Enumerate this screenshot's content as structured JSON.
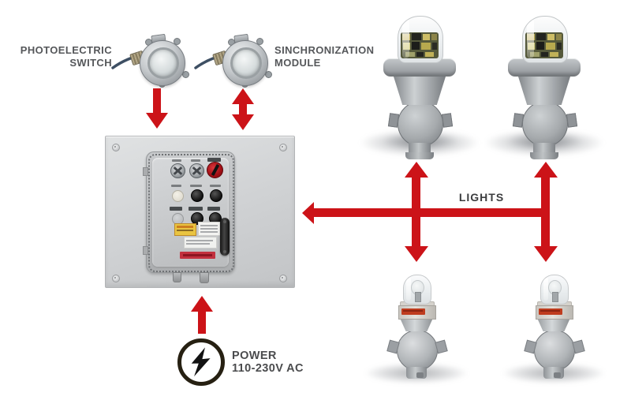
{
  "labels": {
    "photoelectric_switch": {
      "line1": "PHOTOELECTRIC",
      "line2": "SWITCH"
    },
    "synchronization_module": {
      "line1": "SINCHRONIZATION",
      "line2": "MODULE"
    },
    "lights": "LIGHTS",
    "power": {
      "line1": "POWER",
      "line2": "110-230V AC"
    }
  },
  "icons": {
    "power": "lightning-bolt-icon"
  },
  "colors": {
    "arrow_red": "#cc1318",
    "label_gray": "#55575a",
    "lights_text": "#3c3d3f",
    "power_text": "#4b4c4e",
    "panel_plate_gray": "#d2d4d6",
    "enclosure_gray": "#c0c2c4",
    "warning_label_yellow": "#e9c441",
    "danger_label_red": "#c2303e",
    "device_metal_gray": "#aeb2b5"
  }
}
